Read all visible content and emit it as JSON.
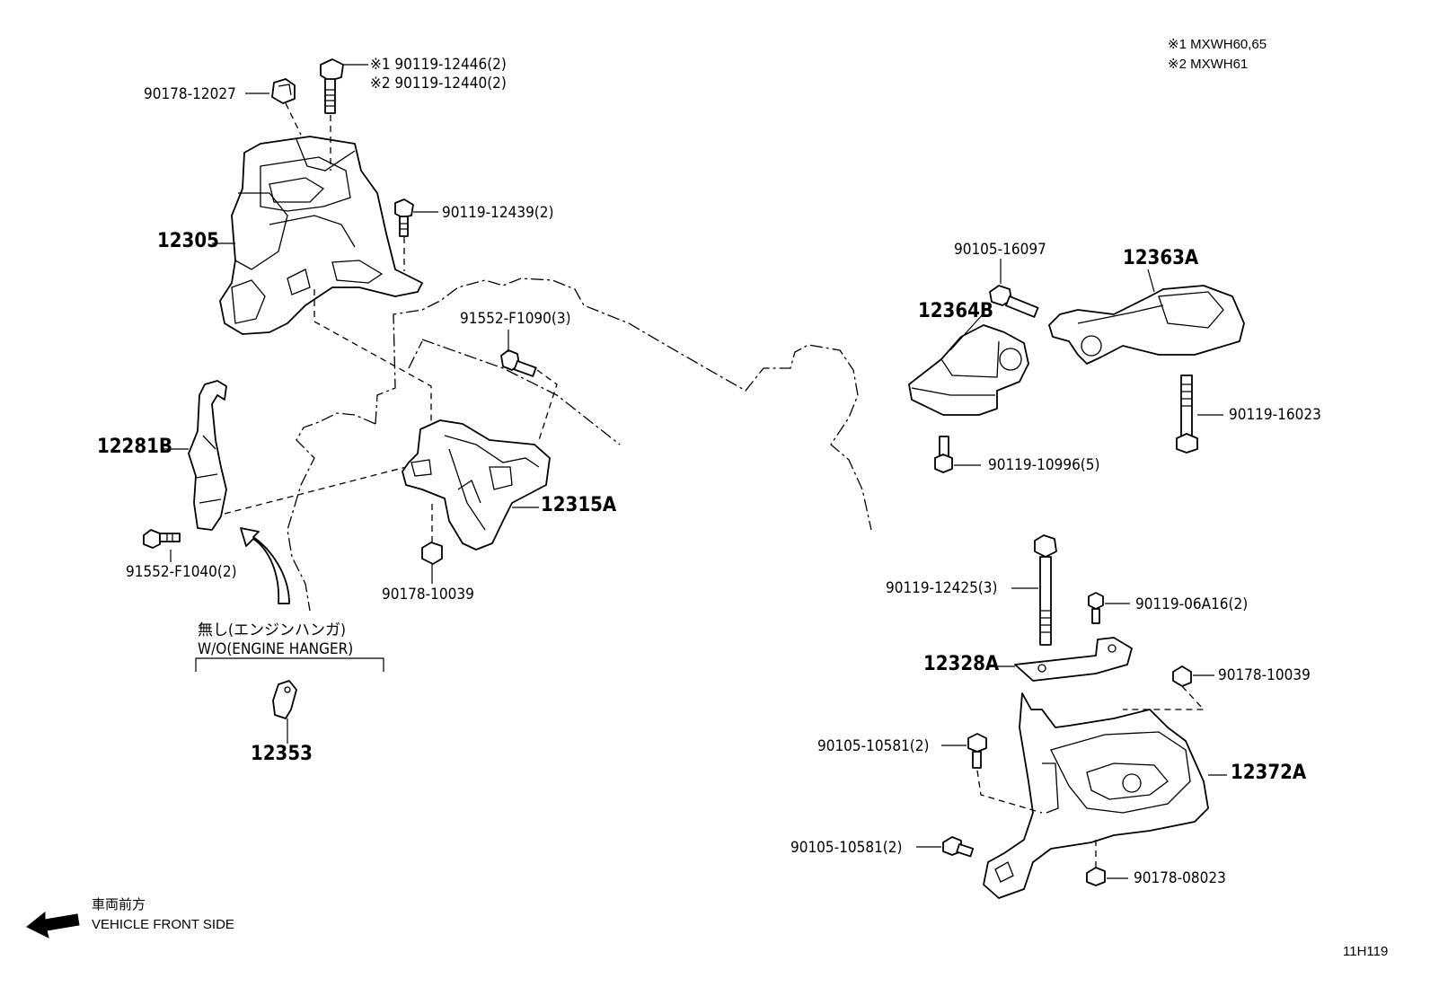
{
  "notes": {
    "line1": "※1 MXWH60,65",
    "line2": "※2 MXWH61"
  },
  "parts": {
    "p90178_12027": "90178-12027",
    "p90119_12446": "※1 90119-12446(2)",
    "p90119_12440": "※2 90119-12440(2)",
    "p90119_12439": "90119-12439(2)",
    "p12305": "12305",
    "p91552_F1090": "91552-F1090(3)",
    "p12281B": "12281B",
    "p12315A": "12315A",
    "p91552_F1040": "91552-F1040(2)",
    "p90178_10039_left": "90178-10039",
    "p90105_16097": "90105-16097",
    "p12363A": "12363A",
    "p12364B": "12364B",
    "p90119_16023": "90119-16023",
    "p90119_10996": "90119-10996(5)",
    "p90119_12425": "90119-12425(3)",
    "p90119_06A16": "90119-06A16(2)",
    "p12328A": "12328A",
    "p90178_10039_right": "90178-10039",
    "p90105_10581_a": "90105-10581(2)",
    "p12372A": "12372A",
    "p90105_10581_b": "90105-10581(2)",
    "p90178_08023": "90178-08023",
    "p12353": "12353"
  },
  "engine_hanger": {
    "jp": "無し(エンジンハンガ)",
    "en": "W/O(ENGINE HANGER)"
  },
  "direction": {
    "jp": "車両前方",
    "en": "VEHICLE FRONT SIDE"
  },
  "figure_code": "11H119"
}
